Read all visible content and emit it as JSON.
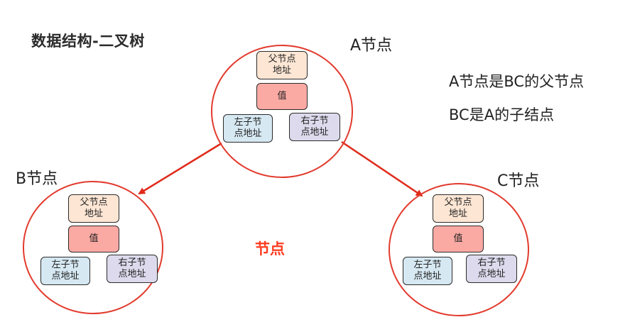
{
  "title": "数据结构-二叉树",
  "nodes": {
    "a": {
      "label": "A节点",
      "parent": "父节点\n地址",
      "value": "值",
      "left": "左子节\n点地址",
      "right": "右子节\n点地址"
    },
    "b": {
      "label": "B节点",
      "parent": "父节点\n地址",
      "value": "值",
      "left": "左子节\n点地址",
      "right": "右子节\n点地址"
    },
    "c": {
      "label": "C节点",
      "parent": "父节点\n地址",
      "value": "值",
      "left": "左子节\n点地址",
      "right": "右子节\n点地址"
    }
  },
  "relations": {
    "line1": "A节点是BC的父节点",
    "line2": "BC是A的子结点"
  },
  "center_label": "节点",
  "colors": {
    "circle": "#e23b2e",
    "arrow": "#e02a1a",
    "parent_box": "#fde6d4",
    "value_box": "#fba9a3",
    "left_box": "#d6e8f2",
    "right_box": "#dcdaec",
    "center_label": "#ff3b1f"
  }
}
